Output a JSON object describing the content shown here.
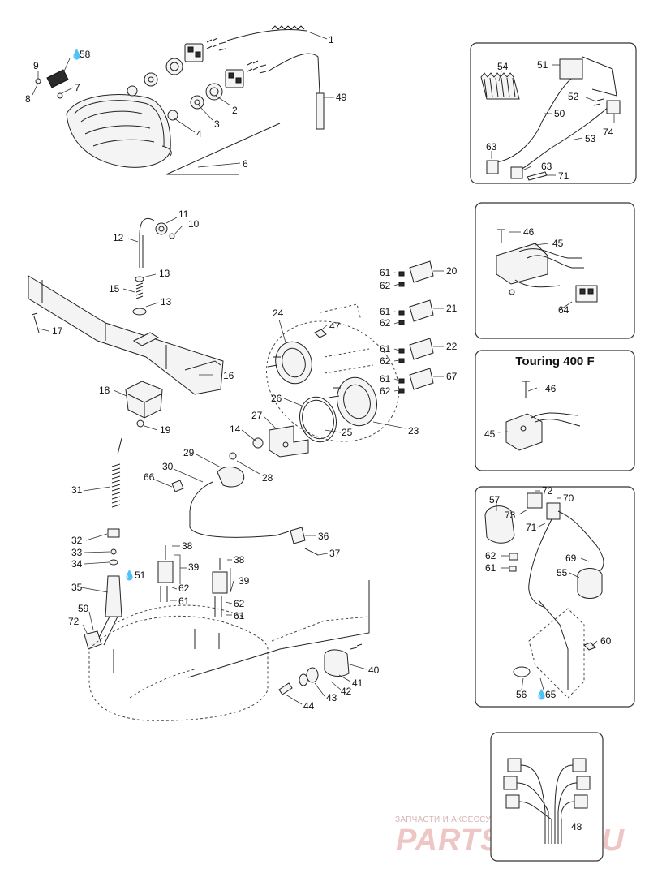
{
  "title": "Touring 400 F",
  "watermark": {
    "line1": "ЗАПЧАСТИ И АКСЕССУАРЫ ДЛЯ МОТОТЕХНИКИ",
    "line2": "PARTSFOR.RU"
  },
  "callouts": [
    {
      "id": "c1",
      "text": "1"
    },
    {
      "id": "c49",
      "text": "49"
    },
    {
      "id": "c2",
      "text": "2"
    },
    {
      "id": "c3",
      "text": "3"
    },
    {
      "id": "c4",
      "text": "4"
    },
    {
      "id": "c6",
      "text": "6"
    },
    {
      "id": "c7",
      "text": "7"
    },
    {
      "id": "c8",
      "text": "8"
    },
    {
      "id": "c9",
      "text": "9"
    },
    {
      "id": "c58",
      "text": "58"
    },
    {
      "id": "c54",
      "text": "54"
    },
    {
      "id": "c51a",
      "text": "51"
    },
    {
      "id": "c50",
      "text": "50"
    },
    {
      "id": "c52",
      "text": "52"
    },
    {
      "id": "c74",
      "text": "74"
    },
    {
      "id": "c53",
      "text": "53"
    },
    {
      "id": "c63a",
      "text": "63"
    },
    {
      "id": "c63b",
      "text": "63"
    },
    {
      "id": "c71a",
      "text": "71"
    },
    {
      "id": "c11",
      "text": "11"
    },
    {
      "id": "c10",
      "text": "10"
    },
    {
      "id": "c12",
      "text": "12"
    },
    {
      "id": "c13a",
      "text": "13"
    },
    {
      "id": "c15",
      "text": "15"
    },
    {
      "id": "c13b",
      "text": "13"
    },
    {
      "id": "c17",
      "text": "17"
    },
    {
      "id": "c16",
      "text": "16"
    },
    {
      "id": "c18",
      "text": "18"
    },
    {
      "id": "c19",
      "text": "19"
    },
    {
      "id": "c46a",
      "text": "46"
    },
    {
      "id": "c45a",
      "text": "45"
    },
    {
      "id": "c64",
      "text": "64"
    },
    {
      "id": "c61a",
      "text": "61"
    },
    {
      "id": "c62a",
      "text": "62"
    },
    {
      "id": "c20",
      "text": "20"
    },
    {
      "id": "c61b",
      "text": "61"
    },
    {
      "id": "c62b",
      "text": "62"
    },
    {
      "id": "c21",
      "text": "21"
    },
    {
      "id": "c61c",
      "text": "61"
    },
    {
      "id": "c62c",
      "text": "62"
    },
    {
      "id": "c22",
      "text": "22"
    },
    {
      "id": "c61d",
      "text": "61"
    },
    {
      "id": "c62d",
      "text": "62"
    },
    {
      "id": "c67",
      "text": "67"
    },
    {
      "id": "c24",
      "text": "24"
    },
    {
      "id": "c47",
      "text": "47"
    },
    {
      "id": "c26",
      "text": "26"
    },
    {
      "id": "c25",
      "text": "25"
    },
    {
      "id": "c23",
      "text": "23"
    },
    {
      "id": "c27",
      "text": "27"
    },
    {
      "id": "c14",
      "text": "14"
    },
    {
      "id": "c28",
      "text": "28"
    },
    {
      "id": "c29",
      "text": "29"
    },
    {
      "id": "c30",
      "text": "30"
    },
    {
      "id": "c66",
      "text": "66"
    },
    {
      "id": "c46b",
      "text": "46"
    },
    {
      "id": "c45b",
      "text": "45"
    },
    {
      "id": "c31",
      "text": "31"
    },
    {
      "id": "c32",
      "text": "32"
    },
    {
      "id": "c33",
      "text": "33"
    },
    {
      "id": "c34",
      "text": "34"
    },
    {
      "id": "c35",
      "text": "35"
    },
    {
      "id": "c51b",
      "text": "51"
    },
    {
      "id": "c59",
      "text": "59"
    },
    {
      "id": "c72a",
      "text": "72"
    },
    {
      "id": "c38a",
      "text": "38"
    },
    {
      "id": "c39a",
      "text": "39"
    },
    {
      "id": "c62e",
      "text": "62"
    },
    {
      "id": "c61e",
      "text": "61"
    },
    {
      "id": "c38b",
      "text": "38"
    },
    {
      "id": "c39b",
      "text": "39"
    },
    {
      "id": "c62f",
      "text": "62"
    },
    {
      "id": "c61f",
      "text": "61"
    },
    {
      "id": "c36",
      "text": "36"
    },
    {
      "id": "c37",
      "text": "37"
    },
    {
      "id": "c40",
      "text": "40"
    },
    {
      "id": "c41",
      "text": "41"
    },
    {
      "id": "c42",
      "text": "42"
    },
    {
      "id": "c43",
      "text": "43"
    },
    {
      "id": "c44",
      "text": "44"
    },
    {
      "id": "c57",
      "text": "57"
    },
    {
      "id": "c72b",
      "text": "72"
    },
    {
      "id": "c70",
      "text": "70"
    },
    {
      "id": "c73",
      "text": "73"
    },
    {
      "id": "c71b",
      "text": "71"
    },
    {
      "id": "c62g",
      "text": "62"
    },
    {
      "id": "c61g",
      "text": "61"
    },
    {
      "id": "c69",
      "text": "69"
    },
    {
      "id": "c55",
      "text": "55"
    },
    {
      "id": "c60",
      "text": "60"
    },
    {
      "id": "c56",
      "text": "56"
    },
    {
      "id": "c65",
      "text": "65"
    },
    {
      "id": "c48",
      "text": "48"
    }
  ]
}
